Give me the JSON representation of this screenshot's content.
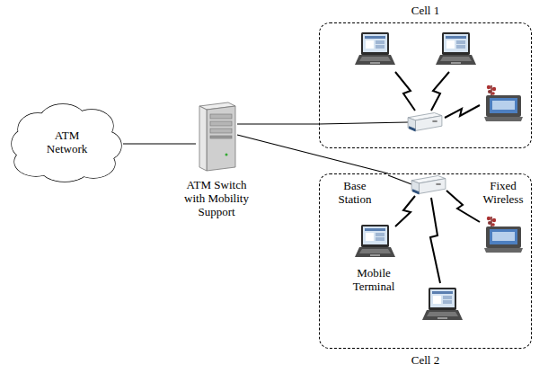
{
  "diagram": {
    "nodes": [
      {
        "text": [
          "Cell 1"
        ]
      },
      {
        "text": [
          "ATM Network"
        ]
      },
      {
        "text": [
          "ATM Switch with Mobility Support"
        ]
      },
      {
        "text": [
          "Cell 2"
        ]
      }
    ],
    "edges": [
      {
        "from": 1,
        "to": 2,
        "arrow": "none"
      },
      {
        "from": 2,
        "to": 0,
        "arrow": "none"
      },
      {
        "from": 2,
        "to": 3,
        "arrow": "none"
      }
    ],
    "labels": [
      "Base Station",
      "Fixed Wireless",
      "Mobile Terminal"
    ]
  }
}
